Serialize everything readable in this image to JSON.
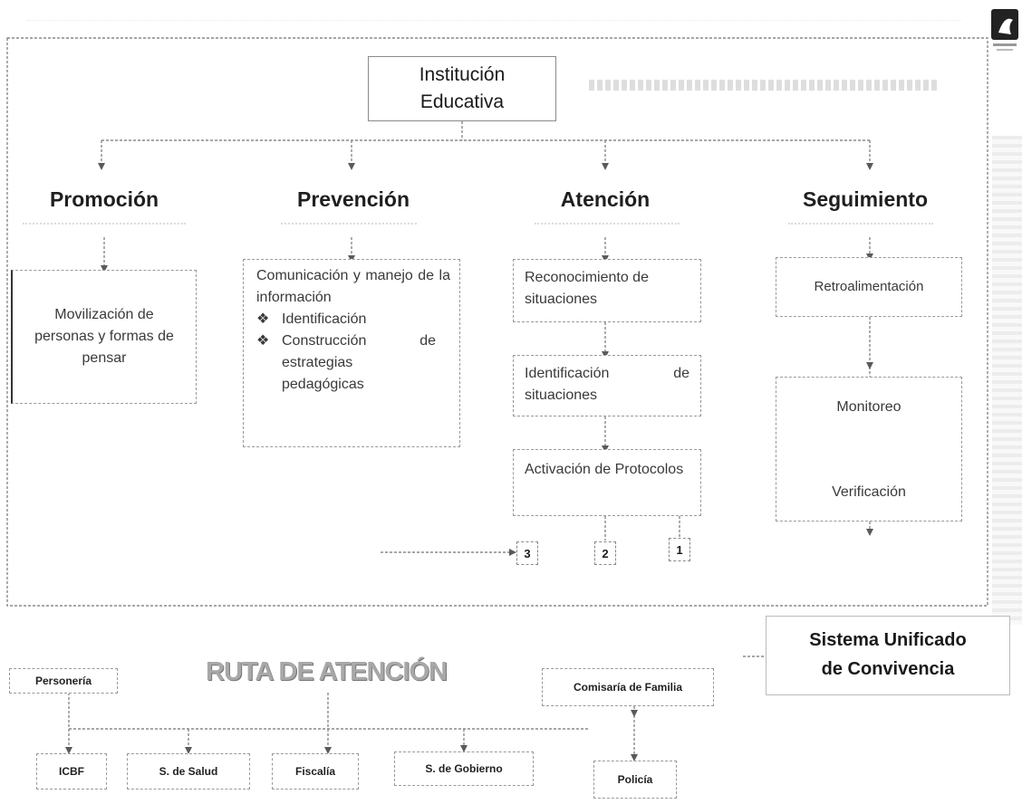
{
  "top": {
    "title_line1": "Institución",
    "title_line2": "Educativa"
  },
  "pillars": {
    "promocion": {
      "title": "Promoción",
      "box": "Movilización de personas y formas de pensar"
    },
    "prevencion": {
      "title": "Prevención",
      "intro": "Comunicación y manejo de la información",
      "bullets": [
        "Identificación",
        "Construcción de estrategias pedagógicas"
      ]
    },
    "atencion": {
      "title": "Atención",
      "steps": [
        "Reconocimiento de situaciones",
        "Identificación de situaciones",
        "Activación de Protocolos"
      ],
      "numbers": [
        "3",
        "2",
        "1"
      ]
    },
    "seguimiento": {
      "title": "Seguimiento",
      "steps": [
        "Retroalimentación",
        "Monitoreo",
        "Verificación"
      ]
    }
  },
  "system": {
    "line1": "Sistema Unificado",
    "line2": "de Convivencia"
  },
  "ruta": {
    "title": "RUTA DE ATENCIÓN",
    "entities": [
      "Personería",
      "ICBF",
      "S. de Salud",
      "Fiscalía",
      "S. de Gobierno",
      "Comisaría de Familia",
      "Policía"
    ]
  },
  "colors": {
    "line": "#8a8a8a",
    "ruta_title": "#a8a8a8",
    "faded": "#c9c9c9"
  }
}
